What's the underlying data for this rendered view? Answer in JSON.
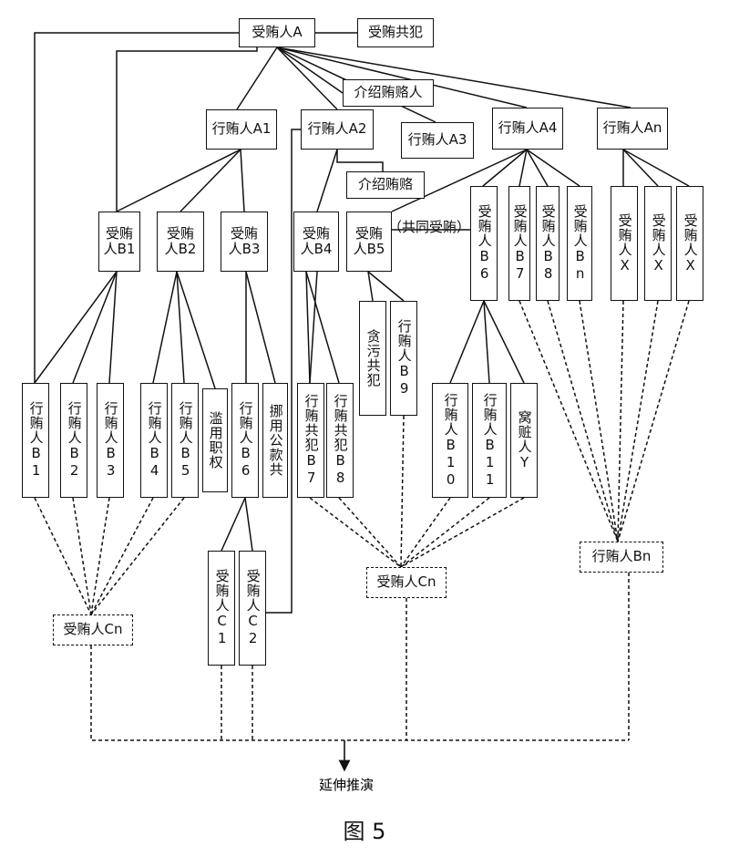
{
  "nodes": {
    "shouhuiren_a": "受贿人A",
    "shouhui_gongfan": "受贿共犯",
    "jieshao_huiluren": "介绍贿赂人",
    "xinghuiren_a1": "行贿人A1",
    "xinghuiren_a2": "行贿人A2",
    "xinghuiren_a3": "行贿人A3",
    "xinghuiren_a4": "行贿人A4",
    "xinghuiren_an": "行贿人An",
    "jieshao_huilu": "介绍贿赂",
    "shouhuiren_b1": "受贿\n人B1",
    "shouhuiren_b2": "受贿\n人B2",
    "shouhuiren_b3": "受贿\n人B3",
    "shouhuiren_b4": "受贿\n人B4",
    "shouhuiren_b5": "受贿\n人B5",
    "gongtong_shouhui": "（共同受贿）",
    "shouhuiren_b6": "受贿人B6",
    "shouhuiren_b7": "受贿人B7",
    "shouhuiren_b8": "受贿人B8",
    "shouhuiren_bn": "受贿人Bn",
    "shouhuiren_x1": "受贿人X",
    "shouhuiren_x2": "受贿人X",
    "shouhuiren_x3": "受贿人X",
    "tanwu_gongfan": "贪污共犯",
    "xinghuiren_b9": "行贿人B9",
    "xinghuiren_b1": "行贿人B1",
    "xinghuiren_b2": "行贿人B2",
    "xinghuiren_b3": "行贿人B3",
    "xinghuiren_b4": "行贿人B4",
    "xinghuiren_b5": "行贿人B5",
    "lanyong_zhiquan": "滥用职权",
    "xinghuiren_b6": "行贿人B6",
    "nuoyong_gongkuan": "挪用公款共",
    "xinghui_gongfan_b7": "行贿共犯B7",
    "xinghui_gongfan_b8": "行贿共犯B8",
    "xinghuiren_b10": "行贿人B10",
    "xinghuiren_b11": "行贿人B11",
    "wozangren_y": "窝赃人Y",
    "shouhuiren_c1": "受贿人C1",
    "shouhuiren_c2": "受贿人C2",
    "shouhuiren_cn_left": "受贿人Cn",
    "shouhuiren_cn_mid": "受贿人Cn",
    "xinghuiren_bn": "行贿人Bn"
  },
  "output_label": "延伸推演",
  "caption": "图 5"
}
